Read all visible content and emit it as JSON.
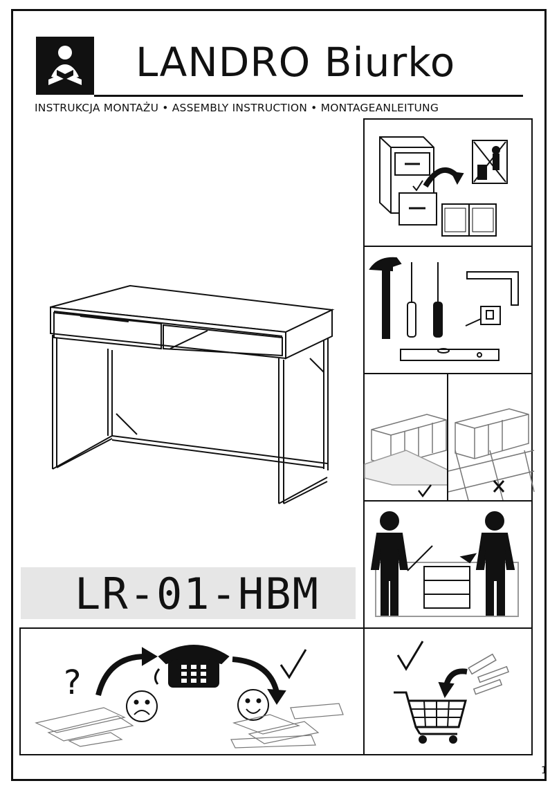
{
  "header": {
    "title": "LANDRO Biurko",
    "subtitle": "INSTRUKCJA MONTAŻU • ASSEMBLY INSTRUCTION • MONTAGEANLEITUNG"
  },
  "product": {
    "model_code": "LR-01-HBM"
  },
  "footer": {
    "page_number": "1"
  },
  "icons": {
    "logo": "reading-person-icon",
    "pictograms": [
      "drawer-to-manual-icon",
      "no-littering-icon",
      "hammer-icon",
      "screwdriver-flat-icon",
      "screwdriver-phillips-icon",
      "square-ruler-icon",
      "tape-measure-icon",
      "spirit-level-icon",
      "assemble-on-carpet-icon",
      "no-hard-floor-icon",
      "two-person-assembly-icon",
      "question-mark-icon",
      "telephone-icon",
      "sad-face-icon",
      "happy-face-icon",
      "shopping-cart-icon",
      "checkmark-icon",
      "cross-icon"
    ]
  },
  "marks": {
    "question": "?",
    "check": "✓",
    "cross": "✕"
  }
}
